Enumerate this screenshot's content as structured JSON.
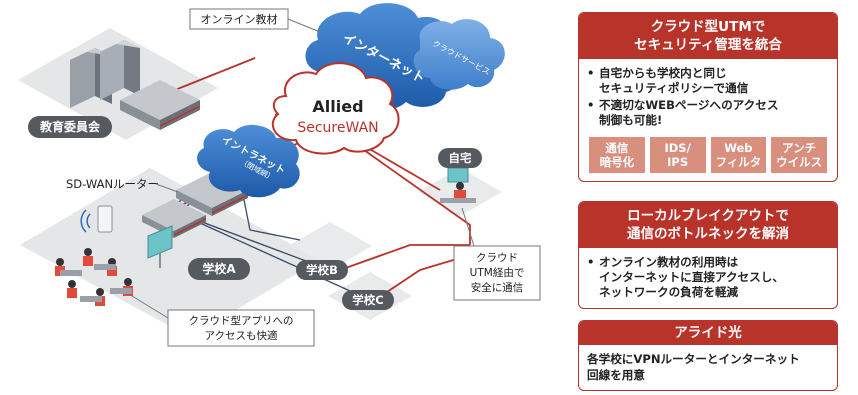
{
  "diagram": {
    "online_material_label": "オンライン教材",
    "internet_label": "インターネット",
    "cloud_service_label": "クラウドサービス",
    "allied_logo_line1": "Allied",
    "allied_logo_line2": "SecureWAN",
    "intranet_label": "イントラネット",
    "intranet_sublabel": "（閉域網）",
    "board_label": "教育委員会",
    "sdwan_router_label": "SD-WANルーター",
    "home_label": "自宅",
    "school_a_label": "学校A",
    "school_b_label": "学校B",
    "school_c_label": "学校C",
    "cloud_utm_lines": [
      "クラウド",
      "UTM経由で",
      "安全に通信"
    ],
    "cloud_app_lines": [
      "クラウド型アプリへの",
      "アクセスも快適"
    ],
    "colors": {
      "accent": "#b8342a",
      "badge": "#d98f7e",
      "cloud": "#2e6cb8",
      "route": "#b8342a",
      "platform": "#e4e6e8"
    }
  },
  "panels": {
    "utm": {
      "title_lines": [
        "クラウド型UTMで",
        "セキュリティ管理を統合"
      ],
      "bullets": [
        [
          "自宅からも学校内と同じ",
          "セキュリティポリシーで通信"
        ],
        [
          "不適切なWEBページへのアクセス",
          "制御も可能!"
        ]
      ],
      "badges": [
        [
          "通信",
          "暗号化"
        ],
        [
          "IDS/",
          "IPS"
        ],
        [
          "Web",
          "フィルタ"
        ],
        [
          "アンチ",
          "ウイルス"
        ]
      ]
    },
    "breakout": {
      "title_lines": [
        "ローカルブレイクアウトで",
        "通信のボトルネックを解消"
      ],
      "bullets": [
        [
          "オンライン教材の利用時は",
          "インターネットに直接アクセスし、",
          "ネットワークの負荷を軽減"
        ]
      ]
    },
    "allied_light": {
      "title": "アライド光",
      "body_lines": [
        "各学校にVPNルーターとインターネット",
        "回線を用意"
      ]
    }
  }
}
